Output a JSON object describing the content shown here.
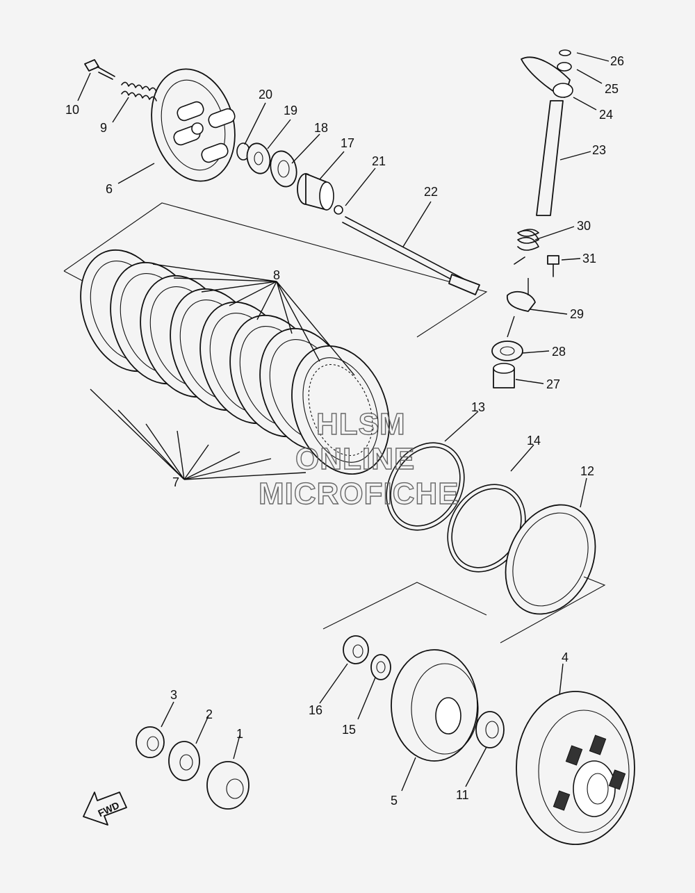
{
  "callouts": {
    "c1": "1",
    "c2": "2",
    "c3": "3",
    "c4": "4",
    "c5": "5",
    "c6": "6",
    "c7": "7",
    "c8": "8",
    "c9": "9",
    "c10": "10",
    "c11": "11",
    "c12": "12",
    "c13": "13",
    "c14": "14",
    "c15": "15",
    "c16": "16",
    "c17": "17",
    "c18": "18",
    "c19": "19",
    "c20": "20",
    "c21": "21",
    "c22": "22",
    "c23": "23",
    "c24": "24",
    "c25": "25",
    "c26": "26",
    "c27": "27",
    "c28": "28",
    "c29": "29",
    "c30": "30",
    "c31": "31"
  },
  "watermark": {
    "line1": "HLSM",
    "line2": "ONLINE",
    "line3": "MICROFICHE"
  },
  "fwd_marker": "FWD",
  "icons": {
    "fwd_arrow": "direction-arrow-icon"
  }
}
